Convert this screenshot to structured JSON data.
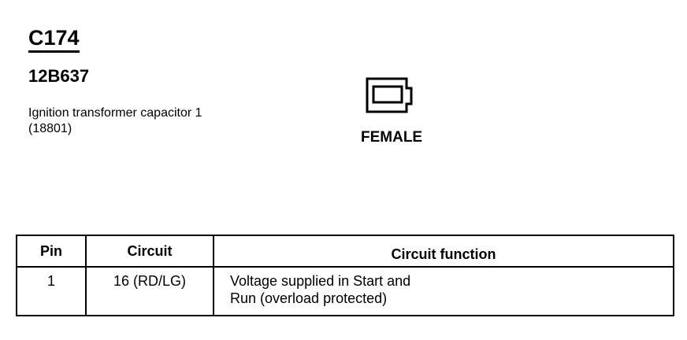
{
  "connector": {
    "id": "C174",
    "part_number": "12B637",
    "description": "Ignition transformer capacitor 1 (18801)",
    "gender": "FEMALE",
    "icon": "connector-face-icon"
  },
  "table": {
    "headers": [
      "Pin",
      "Circuit",
      "Circuit function"
    ],
    "rows": [
      {
        "pin": "1",
        "circuit": "16 (RD/LG)",
        "function_line1": "Voltage supplied in Start and",
        "function_line2": "Run (overload protected)"
      }
    ]
  }
}
